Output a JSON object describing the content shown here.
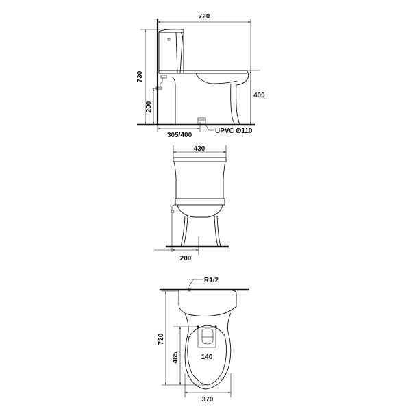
{
  "drawing": {
    "subject": "close-coupled toilet technical dimensions",
    "line_color": "#111111",
    "background": "#ffffff"
  },
  "side_view": {
    "width_label": "720",
    "height_label": "730",
    "seat_height_label": "400",
    "inlet_height_label": "200",
    "outlet_distance_label": "305/400",
    "outlet_pipe_label": "UPVC Ø110"
  },
  "front_view": {
    "tank_width_label": "430",
    "inlet_offset_label": "200"
  },
  "top_view": {
    "inlet_thread_label": "R1/2",
    "depth_label": "720",
    "bolt_depth_label": "465",
    "bolt_spacing_label": "140",
    "bowl_width_label": "370"
  }
}
